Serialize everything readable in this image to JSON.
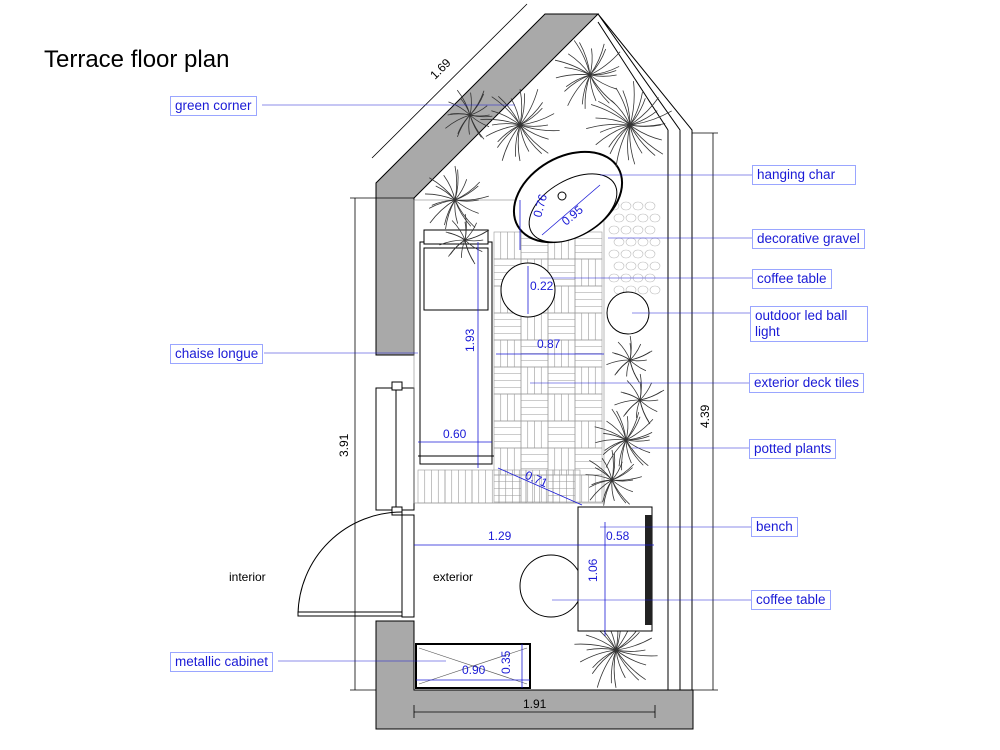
{
  "title": "Terrace floor plan",
  "labels": {
    "green_corner": "green corner",
    "chaise_longue": "chaise longue",
    "metallic_cabinet": "metallic cabinet",
    "hanging_chair": "hanging char",
    "decorative_gravel": "decorative gravel",
    "coffee_table_top": "coffee table",
    "led_ball_light": "outdoor led ball light",
    "deck_tiles": "exterior deck tiles",
    "potted_plants": "potted plants",
    "bench": "bench",
    "coffee_table_bottom": "coffee table",
    "interior": "interior",
    "exterior": "exterior"
  },
  "dimensions": {
    "top_wall": "1.69",
    "left_total": "3.91",
    "right_total": "4.39",
    "bottom_total": "1.91",
    "chair_depth": "0.76",
    "chair_width": "0.95",
    "coffee_table_top_diameter": "0.22",
    "chaise_length": "1.93",
    "deck_width": "0.87",
    "chaise_width": "0.60",
    "diagonal": "0.71",
    "floor_width": "1.29",
    "bench_width": "0.58",
    "bench_length": "1.06",
    "cabinet_width": "0.90",
    "cabinet_depth": "0.35"
  },
  "colors": {
    "wall": "#a9a9a9",
    "dimension": "#1a1ad6",
    "label_border": "#9aa6ff",
    "line": "#000000"
  }
}
